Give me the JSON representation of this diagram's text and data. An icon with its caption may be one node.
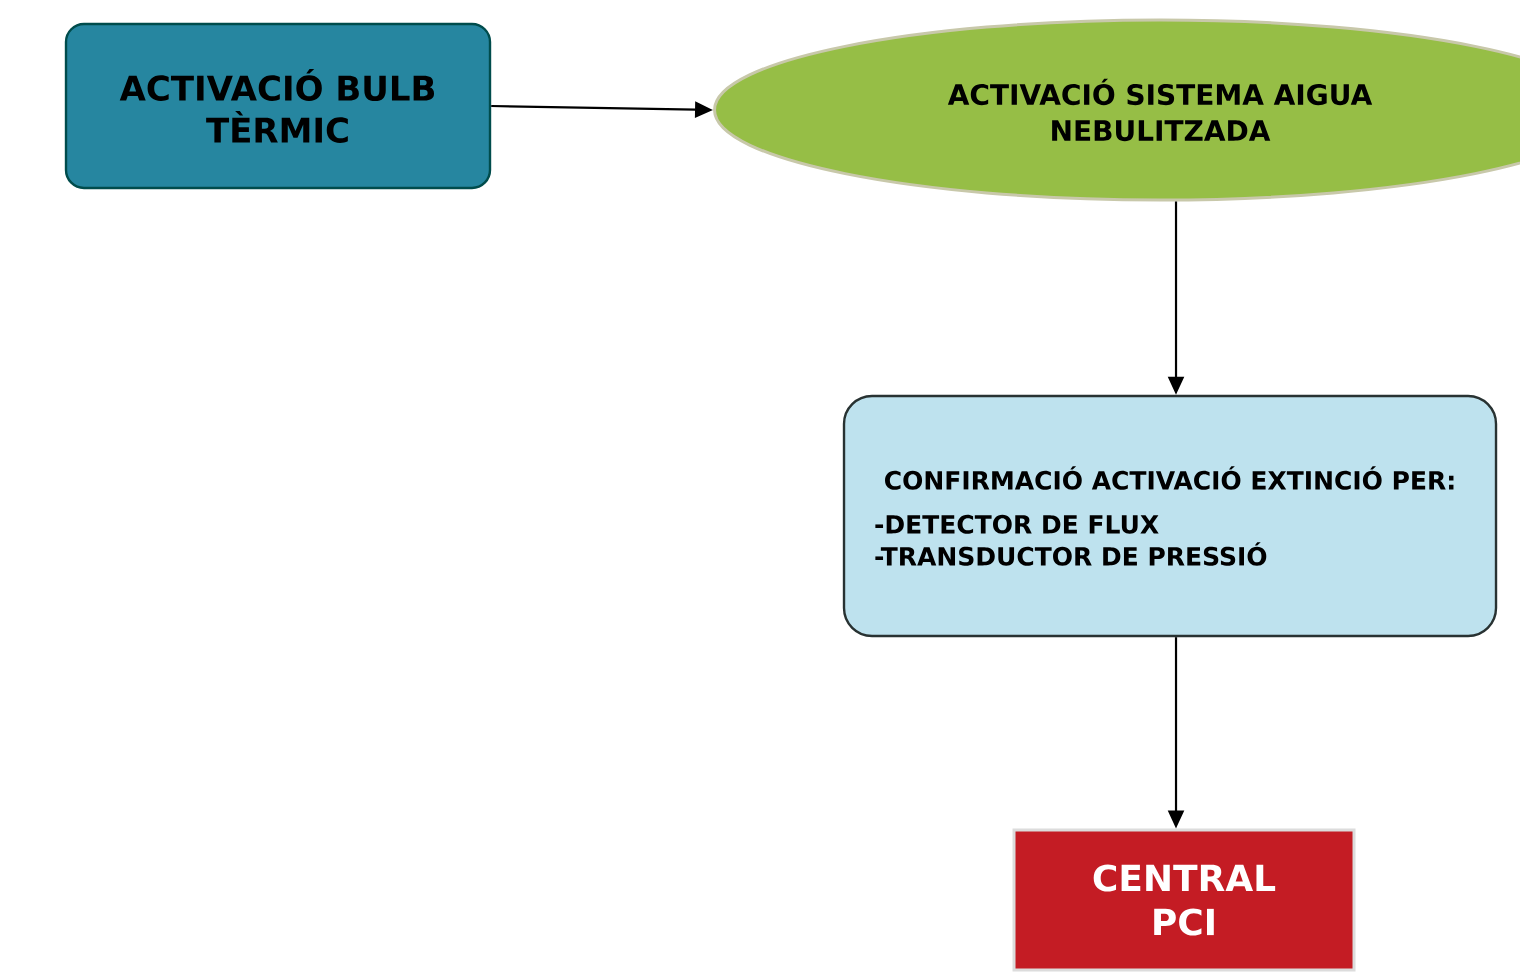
{
  "diagram": {
    "nodes": [
      {
        "text": [
          "ACTIVACIÓ BULB TÈRMIC"
        ]
      },
      {
        "text": [
          "ACTIVACIÓ SISTEMA AIGUA NEBULITZADA"
        ]
      },
      {
        "text": [
          "CONFIRMACIÓ ACTIVACIÓ EXTINCIÓ PER:",
          "-DETECTOR DE FLUX",
          "-TRANSDUCTOR DE PRESSIÓ"
        ]
      },
      {
        "text": [
          "CENTRAL PCI"
        ]
      }
    ],
    "edges": [
      {
        "from": 0,
        "to": 1,
        "arrow": "to"
      },
      {
        "from": 1,
        "to": 2,
        "arrow": "to"
      },
      {
        "from": 2,
        "to": 3,
        "arrow": "to"
      }
    ]
  }
}
